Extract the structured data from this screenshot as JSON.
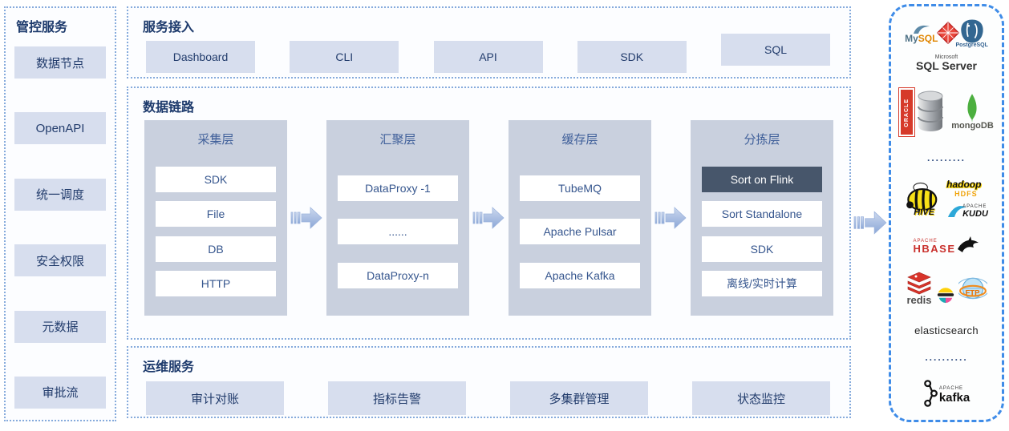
{
  "management": {
    "title": "管控服务",
    "items": [
      "数据节点",
      "OpenAPI",
      "统一调度",
      "安全权限",
      "元数据",
      "审批流"
    ]
  },
  "access": {
    "title": "服务接入",
    "items": [
      "Dashboard",
      "CLI",
      "API",
      "SDK",
      "SQL"
    ]
  },
  "datalink": {
    "title": "数据链路",
    "columns": [
      {
        "title": "采集层",
        "items": [
          "SDK",
          "File",
          "DB",
          "HTTP"
        ]
      },
      {
        "title": "汇聚层",
        "items": [
          "DataProxy -1",
          "......",
          "DataProxy-n"
        ]
      },
      {
        "title": "缓存层",
        "items": [
          "TubeMQ",
          "Apache Pulsar",
          "Apache Kafka"
        ]
      },
      {
        "title": "分拣层",
        "items": [
          "Sort on Flink",
          "Sort Standalone",
          "SDK",
          "离线/实时计算"
        ]
      }
    ],
    "highlighted_item": "Sort on Flink"
  },
  "ops": {
    "title": "运维服务",
    "items": [
      "审计对账",
      "指标告警",
      "多集群管理",
      "状态监控"
    ]
  },
  "ecosystem": {
    "mysql_prefix": "My",
    "mysql_suffix": "SQL",
    "postgresql_label": "PostgreSQL",
    "microsoft_label": "Microsoft",
    "sqlserver_label": "SQL Server",
    "oracle_label": "ORACLE",
    "mongodb_label": "mongoDB",
    "dots_top": ".........",
    "hive_label": "HIVE",
    "hadoop_label": "hadoop",
    "hdfs_label": "HDFS",
    "apache_label": "APACHE",
    "kudu_label": "KUDU",
    "hbase_label": "HBASE",
    "redis_label": "redis",
    "ftp_label": "FTP",
    "elasticsearch_label": "elasticsearch",
    "dots_bottom": "..........",
    "kafka_label": "kafka"
  },
  "colors": {
    "panel_border_blue": "#86abdc",
    "ecosystem_border_blue": "#3f8ce8",
    "chip_fill": "#d7deee",
    "column_fill": "#c9d0de",
    "highlight_fill": "#47566b",
    "title_text": "#1d3a6c",
    "arrow_fill_top": "#ccd8ee",
    "arrow_fill_bottom": "#8ba7d7"
  }
}
